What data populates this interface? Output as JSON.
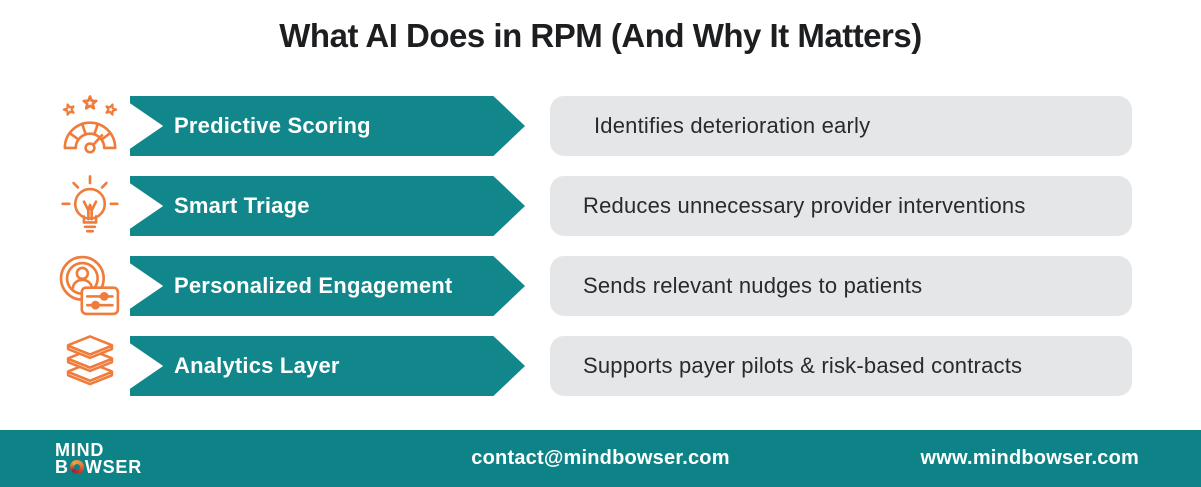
{
  "title": "What AI Does in RPM (And Why It Matters)",
  "colors": {
    "teal_banner": "#11878B",
    "teal_footer": "#0E8387",
    "orange_icon": "#F07C3B",
    "pill_background": "#E5E6E8",
    "title_text": "#1D1E20",
    "pill_text": "#292A2C"
  },
  "rows": [
    {
      "icon": "gauge-stars-icon",
      "label": "Predictive Scoring",
      "description": "Identifies deterioration early"
    },
    {
      "icon": "lightbulb-icon",
      "label": "Smart Triage",
      "description": "Reduces unnecessary provider interventions"
    },
    {
      "icon": "patient-profile-icon",
      "label": "Personalized Engagement",
      "description": "Sends relevant nudges to patients"
    },
    {
      "icon": "layers-stack-icon",
      "label": "Analytics Layer",
      "description": "Supports payer pilots & risk-based contracts"
    }
  ],
  "footer": {
    "logo_line1": "MIND",
    "logo_line2_start": "B",
    "logo_line2_end": "WSER",
    "email": "contact@mindbowser.com",
    "website": "www.mindbowser.com"
  }
}
